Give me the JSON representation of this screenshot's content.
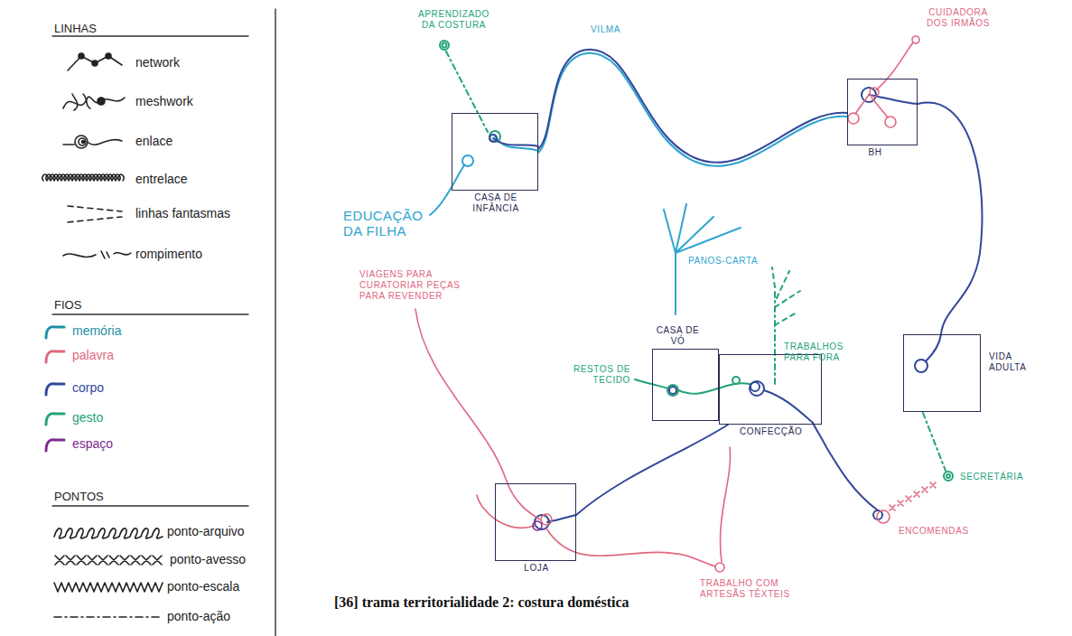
{
  "diagram": {
    "caption": "[36] trama territorialidade 2: costura doméstica",
    "nodes": [
      {
        "text": [
          "CASA DE INFÂNCIA"
        ]
      },
      {
        "text": [
          "BH"
        ]
      },
      {
        "text": [
          "VIDA ADULTA"
        ]
      },
      {
        "text": [
          "CASA DE VÓ"
        ]
      },
      {
        "text": [
          "CONFECÇÃO"
        ]
      },
      {
        "text": [
          "LOJA"
        ]
      }
    ],
    "edges": [
      {
        "from": 0,
        "to": 1,
        "arrow": "none",
        "label": "VILMA"
      },
      {
        "from": 1,
        "to": 2,
        "arrow": "none"
      },
      {
        "from": 4,
        "to": 5,
        "arrow": "none"
      }
    ],
    "labels": [
      "LINHAS",
      "FIOS",
      "PONTOS",
      "APRENDIZADO DA COSTURA",
      "CUIDADORA DOS IRMÃOS",
      "EDUCAÇÃO DA FILHA",
      "PANOS-CARTA",
      "TRABALHOS PARA FORA",
      "RESTOS DE TECIDO",
      "VIAGENS PARA CURATORIAR PEÇAS PARA REVENDER",
      "SECRETÁRIA",
      "ENCOMENDAS",
      "TRABALHO COM ARTESÃS TÊXTEIS"
    ],
    "legend": [
      {
        "text": "network"
      },
      {
        "text": "meshwork"
      },
      {
        "text": "enlace"
      },
      {
        "text": "entrelace"
      },
      {
        "text": "linhas fantasmas"
      },
      {
        "text": "rompimento"
      },
      {
        "text": "memória",
        "color": "#1e8fa8"
      },
      {
        "text": "palavra",
        "color": "#e0677f"
      },
      {
        "text": "corpo",
        "color": "#33479a"
      },
      {
        "text": "gesto",
        "color": "#22a37a"
      },
      {
        "text": "espaço",
        "color": "#7d2a8c"
      },
      {
        "text": "ponto-arquivo"
      },
      {
        "text": "ponto-avesso"
      },
      {
        "text": "ponto-escala"
      },
      {
        "text": "ponto-ação"
      }
    ]
  }
}
